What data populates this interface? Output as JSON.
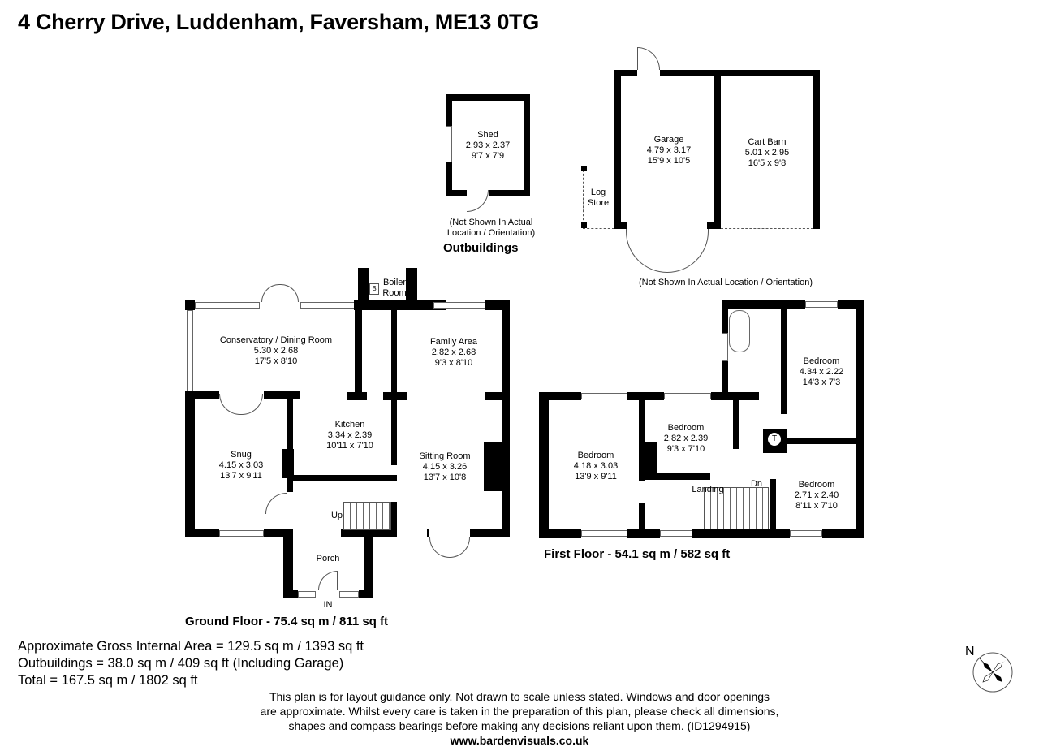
{
  "title": "4 Cherry Drive, Luddenham, Faversham, ME13 0TG",
  "outbuildings": {
    "heading": "Outbuildings",
    "shed": {
      "name": "Shed",
      "metric": "2.93 x 2.37",
      "imperial": "9'7 x 7'9",
      "note_line1": "(Not Shown In Actual",
      "note_line2": "Location / Orientation)"
    },
    "garage": {
      "name": "Garage",
      "metric": "4.79 x 3.17",
      "imperial": "15'9 x 10'5"
    },
    "cart_barn": {
      "name": "Cart Barn",
      "metric": "5.01 x 2.95",
      "imperial": "16'5 x 9'8"
    },
    "log_store": {
      "line1": "Log",
      "line2": "Store"
    },
    "garage_note": "(Not Shown In Actual Location / Orientation)"
  },
  "ground_floor": {
    "label": "Ground Floor - 75.4 sq m / 811 sq ft",
    "rooms": [
      {
        "name": "Conservatory / Dining Room",
        "metric": "5.30 x 2.68",
        "imperial": "17'5 x 8'10"
      },
      {
        "name": "Family Area",
        "metric": "2.82 x 2.68",
        "imperial": "9'3 x 8'10"
      },
      {
        "name": "Kitchen",
        "metric": "3.34 x 2.39",
        "imperial": "10'11 x 7'10"
      },
      {
        "name": "Snug",
        "metric": "4.15 x 3.03",
        "imperial": "13'7 x 9'11"
      },
      {
        "name": "Sitting Room",
        "metric": "4.15 x 3.26",
        "imperial": "13'7 x 10'8"
      }
    ],
    "boiler_room": {
      "line1": "Boiler",
      "line2": "Room",
      "symbol": "B"
    },
    "porch": "Porch",
    "entrance": "IN",
    "stairs_up": "Up"
  },
  "first_floor": {
    "label": "First Floor - 54.1 sq m / 582 sq ft",
    "rooms": [
      {
        "name": "Bedroom",
        "metric": "4.18 x 3.03",
        "imperial": "13'9 x 9'11"
      },
      {
        "name": "Bedroom",
        "metric": "2.82 x 2.39",
        "imperial": "9'3 x 7'10"
      },
      {
        "name": "Bedroom",
        "metric": "4.34 x 2.22",
        "imperial": "14'3 x 7'3"
      },
      {
        "name": "Bedroom",
        "metric": "2.71 x 2.40",
        "imperial": "8'11 x 7'10"
      }
    ],
    "landing": "Landing",
    "stairs_down": "Dn",
    "tank_symbol": "T"
  },
  "areas": {
    "gross": "Approximate Gross Internal Area = 129.5 sq m / 1393 sq ft",
    "outbuildings": "Outbuildings = 38.0 sq m / 409 sq ft (Including Garage)",
    "total": "Total = 167.5 sq m / 1802 sq ft"
  },
  "compass": {
    "north_label": "N"
  },
  "disclaimer": {
    "line1": "This plan is for layout guidance only. Not drawn to scale unless stated. Windows and door openings",
    "line2": "are approximate. Whilst every care is taken in the preparation of this plan, please check all dimensions,",
    "line3": "shapes and compass bearings before making any decisions reliant upon them. (ID1294915)",
    "url": "www.bardenvisuals.co.uk"
  }
}
